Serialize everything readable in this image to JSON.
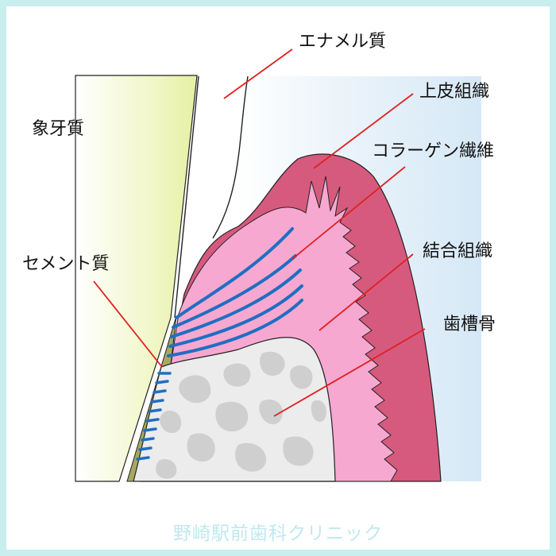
{
  "labels": {
    "enamel": "エナメル質",
    "epithelium": "上皮組織",
    "dentin": "象牙質",
    "collagen": "コラーゲン繊維",
    "cementum": "セメント質",
    "connective": "結合組織",
    "bone": "歯槽骨"
  },
  "watermark": "野崎駅前歯科クリニック",
  "colors": {
    "frame": "#c8eeee",
    "enamel_bg": "#e4f0fa",
    "dentin": "#eef6b0",
    "cementum": "#a8a860",
    "epithelium": "#d65a7e",
    "connective": "#f7a8d0",
    "bone": "#ececec",
    "bone_spots": "#cfcfcf",
    "fibers": "#1f6fc2",
    "leaders": "#e02020"
  }
}
